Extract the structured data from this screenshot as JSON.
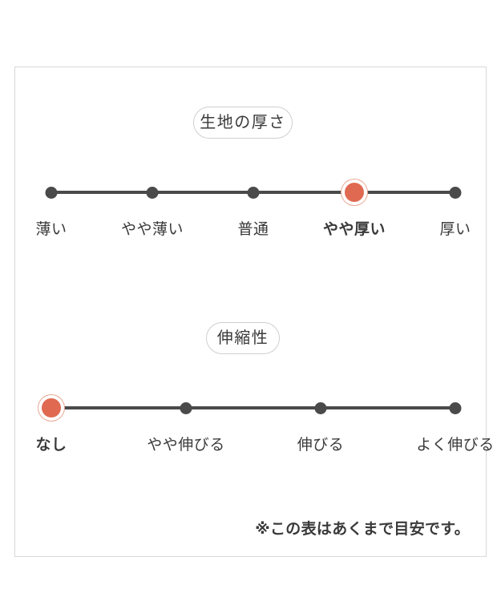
{
  "chart_data": {
    "type": "scatter",
    "title": "",
    "charts": [
      {
        "id": "thickness",
        "title": "生地の厚さ",
        "categories": [
          "薄い",
          "やや薄い",
          "普通",
          "やや厚い",
          "厚い"
        ],
        "selected_index": 3,
        "selected_label": "やや厚い",
        "values": [
          0,
          0,
          0,
          1,
          0
        ]
      },
      {
        "id": "stretch",
        "title": "伸縮性",
        "categories": [
          "なし",
          "やや伸びる",
          "伸びる",
          "よく伸びる"
        ],
        "selected_index": 0,
        "selected_label": "なし",
        "values": [
          1,
          0,
          0,
          0
        ]
      }
    ],
    "colors": {
      "accent": "#e06a51",
      "accent_ring": "#e9a693",
      "axis": "#4a4a4a",
      "border": "#d8d8d8",
      "text": "#3a3a3a"
    },
    "xlabel": "",
    "ylabel": "",
    "grid": false,
    "legend": "none"
  },
  "footnote": "※この表はあくまで目安です。"
}
